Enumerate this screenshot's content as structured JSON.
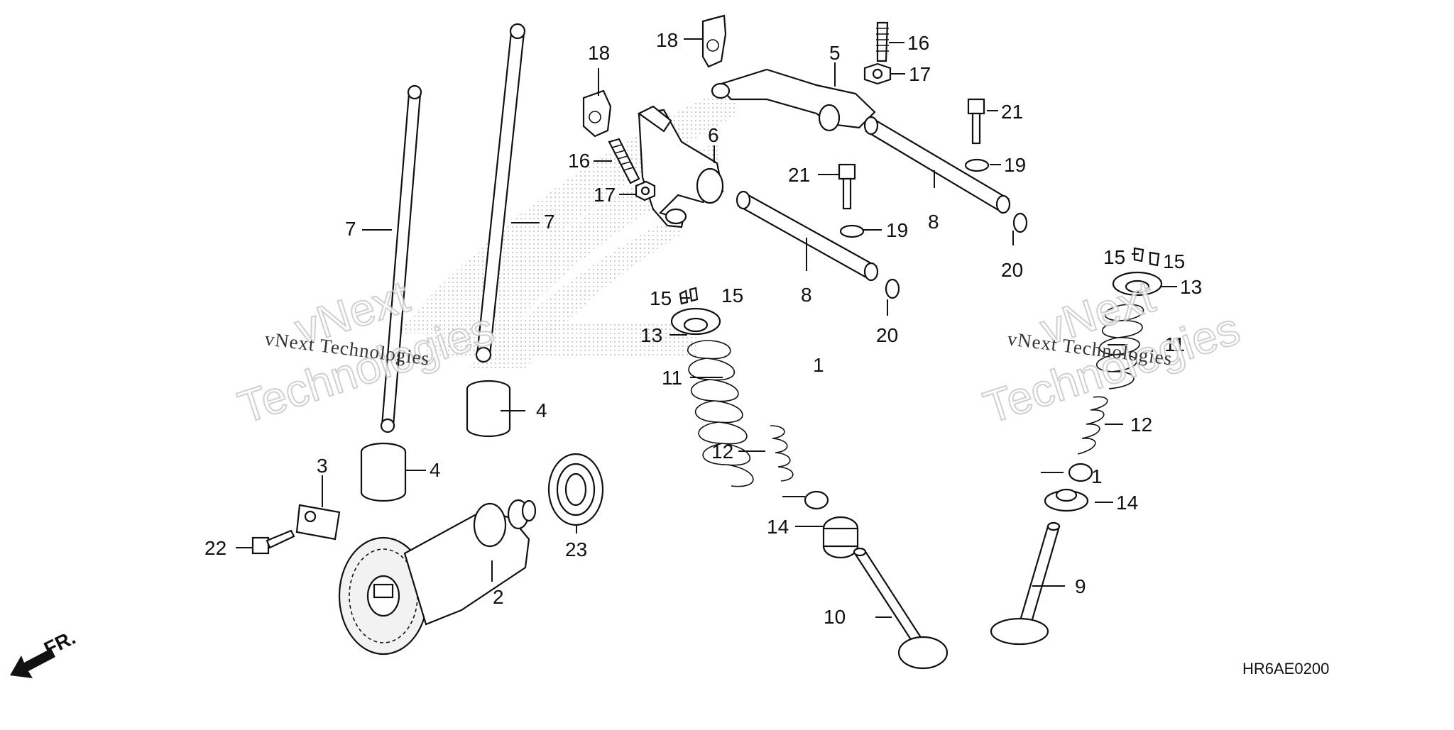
{
  "watermark": {
    "brand_lines": [
      "vNext",
      "Technologies"
    ],
    "tagline": "vNext Technologies"
  },
  "diagram_code": "HR6AE0200",
  "front_arrow": "FR.",
  "callouts": {
    "c1a": "1",
    "c1b": "1",
    "c2": "2",
    "c3": "3",
    "c4a": "4",
    "c4b": "4",
    "c5": "5",
    "c6": "6",
    "c7a": "7",
    "c7b": "7",
    "c8a": "8",
    "c8b": "8",
    "c9": "9",
    "c10": "10",
    "c11a": "11",
    "c11b": "11",
    "c12a": "12",
    "c12b": "12",
    "c13a": "13",
    "c13b": "13",
    "c14a": "14",
    "c14b": "14",
    "c15a": "15",
    "c15b": "15",
    "c15c": "15",
    "c15d": "15",
    "c16a": "16",
    "c16b": "16",
    "c17a": "17",
    "c17b": "17",
    "c18a": "18",
    "c18b": "18",
    "c19a": "19",
    "c19b": "19",
    "c20a": "20",
    "c20b": "20",
    "c21a": "21",
    "c21b": "21",
    "c22": "22",
    "c23": "23"
  },
  "icons": {
    "front": "front-arrow-icon"
  }
}
